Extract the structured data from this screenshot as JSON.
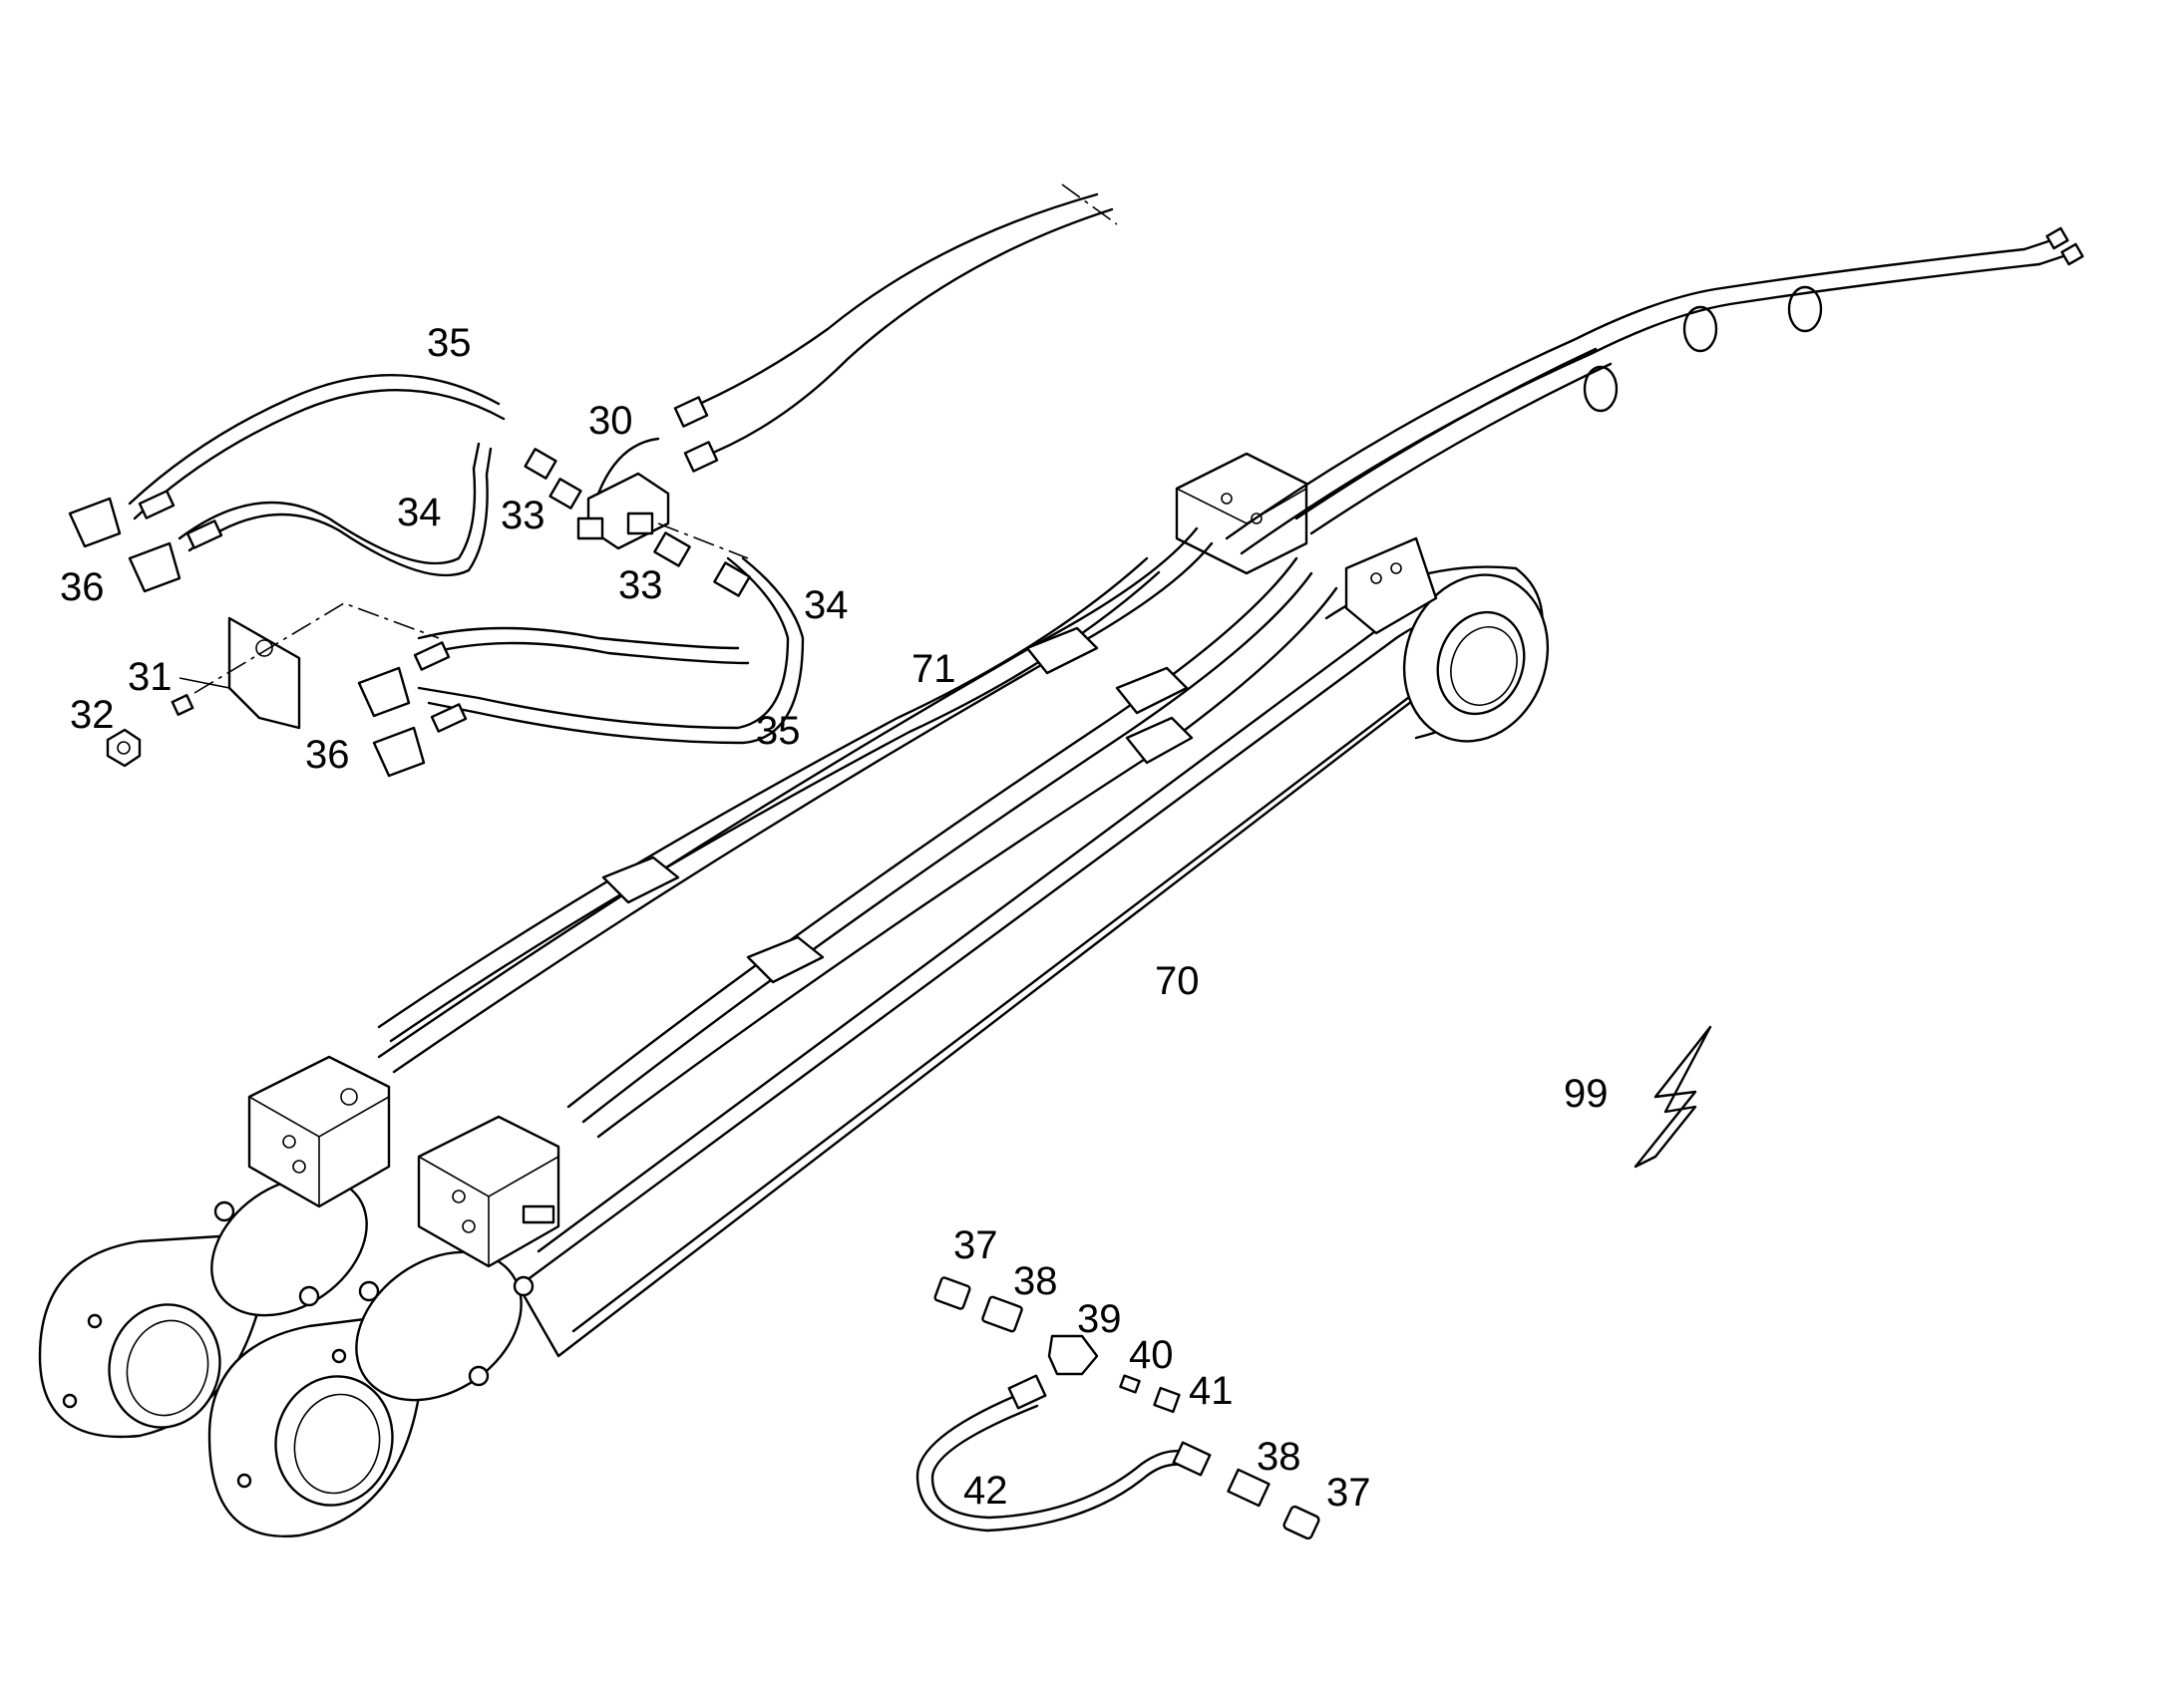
{
  "callouts": [
    {
      "id": "35",
      "text": "35"
    },
    {
      "id": "30",
      "text": "30"
    },
    {
      "id": "34",
      "text": "34"
    },
    {
      "id": "33",
      "text": "33"
    },
    {
      "id": "36",
      "text": "36"
    },
    {
      "id": "33b",
      "text": "33"
    },
    {
      "id": "34b",
      "text": "34"
    },
    {
      "id": "31",
      "text": "31"
    },
    {
      "id": "32",
      "text": "32"
    },
    {
      "id": "36b",
      "text": "36"
    },
    {
      "id": "35b",
      "text": "35"
    },
    {
      "id": "71",
      "text": "71"
    },
    {
      "id": "70",
      "text": "70"
    },
    {
      "id": "99",
      "text": "99"
    },
    {
      "id": "37",
      "text": "37"
    },
    {
      "id": "38",
      "text": "38"
    },
    {
      "id": "39",
      "text": "39"
    },
    {
      "id": "40",
      "text": "40"
    },
    {
      "id": "41",
      "text": "41"
    },
    {
      "id": "38b",
      "text": "38"
    },
    {
      "id": "37b",
      "text": "37"
    },
    {
      "id": "42",
      "text": "42"
    }
  ]
}
